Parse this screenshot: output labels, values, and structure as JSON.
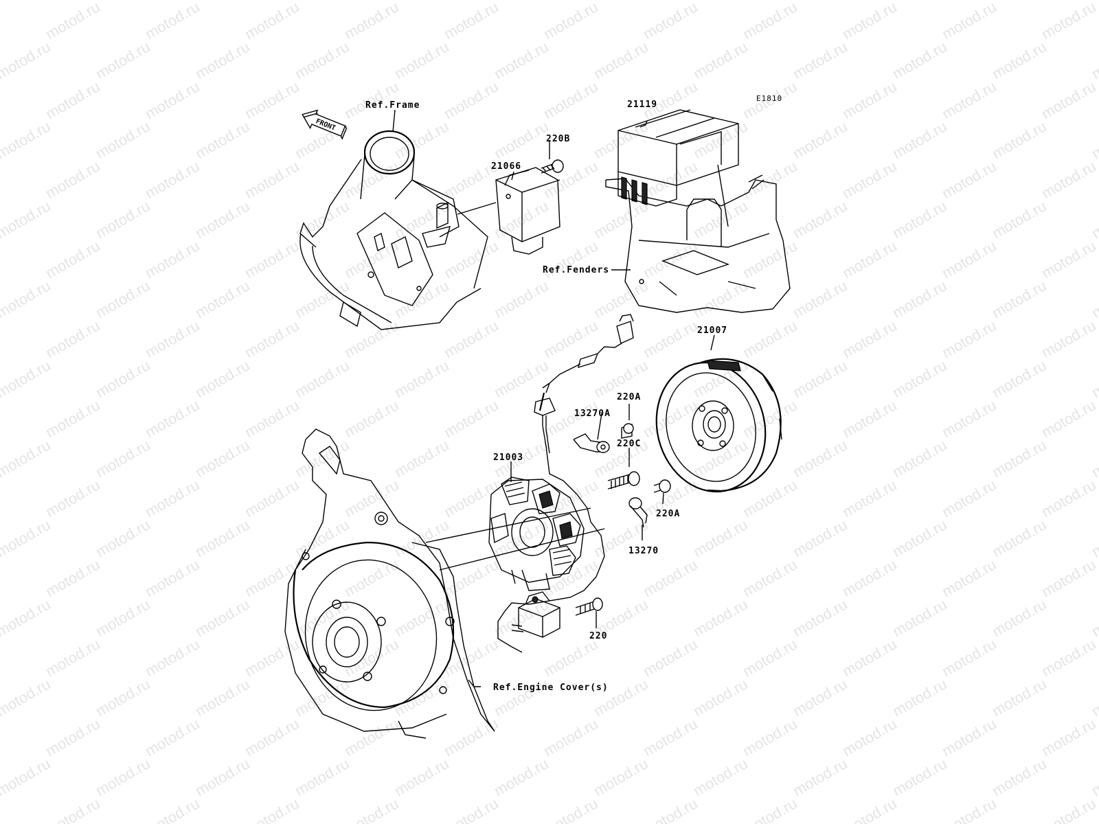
{
  "diagram": {
    "figure_code": "E1810",
    "front_arrow": "FRONT",
    "watermark": "motod.ru",
    "references": {
      "frame": "Ref.Frame",
      "fenders": "Ref.Fenders",
      "engine_covers": "Ref.Engine Cover(s)"
    },
    "parts": {
      "p21119": "21119",
      "p220B": "220B",
      "p21066": "21066",
      "p21007": "21007",
      "p220A_top": "220A",
      "p13270A": "13270A",
      "p220C": "220C",
      "p21003": "21003",
      "p220A_right": "220A",
      "p13270": "13270",
      "p220": "220"
    },
    "colors": {
      "line": "#000000",
      "background": "#ffffff",
      "watermark": "#cfcfcf"
    }
  }
}
